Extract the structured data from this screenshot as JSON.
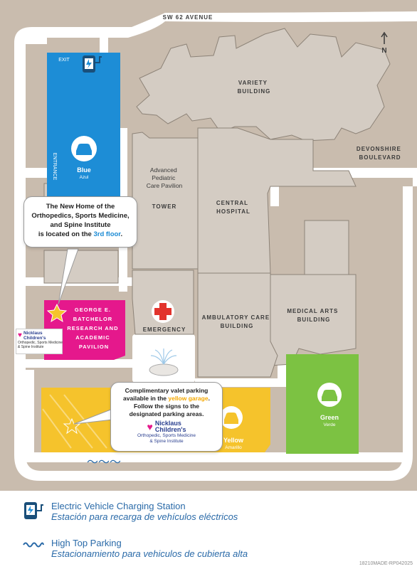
{
  "colors": {
    "background": "#c9bcae",
    "road": "#ffffff",
    "building": "#d4ccc3",
    "building_outline": "#8d8378",
    "blue_garage": "#1d8dd6",
    "green_garage": "#7cc242",
    "yellow_garage": "#f5c32c",
    "pink_building": "#e5188c",
    "emergency_red": "#e2332c",
    "highlight_blue": "#1a8ad4",
    "highlight_yellow": "#f5a800"
  },
  "streets": {
    "top": "SW 62 AVENUE",
    "right_line1": "DEVONSHIRE",
    "right_line2": "BOULEVARD"
  },
  "north_label": "N",
  "buildings": {
    "variety_line1": "VARIETY",
    "variety_line2": "BUILDING",
    "advanced_line1": "Advanced",
    "advanced_line2": "Pediatric",
    "advanced_line3": "Care Pavilion",
    "tower": "TOWER",
    "central_line1": "CENTRAL",
    "central_line2": "HOSPITAL",
    "ambulatory_line1": "AMBULATORY CARE",
    "ambulatory_line2": "BUILDING",
    "medical_arts_line1": "MEDICAL ARTS",
    "medical_arts_line2": "BUILDING",
    "emergency": "EMERGENCY",
    "batchelor_line1": "GEORGE E.",
    "batchelor_line2": "BATCHELOR",
    "batchelor_line3": "RESEARCH AND",
    "batchelor_line4": "ACADEMIC",
    "batchelor_line5": "PAVILION"
  },
  "garages": {
    "blue": {
      "name": "Blue",
      "sub": "Azul"
    },
    "green": {
      "name": "Green",
      "sub": "Verde"
    },
    "yellow": {
      "name": "Yellow",
      "sub": "Amarillo"
    }
  },
  "blue_labels": {
    "exit": "EXIT",
    "entrance": "ENTRANCE"
  },
  "callout_ortho": {
    "line1": "The New Home of the",
    "line2": "Orthopedics, Sports Medicine,",
    "line3": "and Spine Institute",
    "line4_pre": "is located on the ",
    "line4_highlight": "3rd floor",
    "line4_post": "."
  },
  "callout_valet": {
    "line1": "Complimentary valet parking",
    "line2_pre": "available in the ",
    "line2_highlight": "yellow garage",
    "line2_post": ".",
    "line3": "Follow the signs to the",
    "line4": "designated parking areas."
  },
  "nicklaus_logo": {
    "line1": "Nicklaus",
    "line2": "Children's",
    "tag1": "Orthopedic, Sports Medicine",
    "tag2": "& Spine Institute"
  },
  "legend": {
    "ev_title": "Electric Vehicle Charging Station",
    "ev_sub": "Estación para recarga de vehículos eléctricos",
    "hightop_title": "High Top Parking",
    "hightop_sub": "Estacionamiento para vehiculos de cubierta alta"
  },
  "doc_code": "18210MADE-RP042025"
}
